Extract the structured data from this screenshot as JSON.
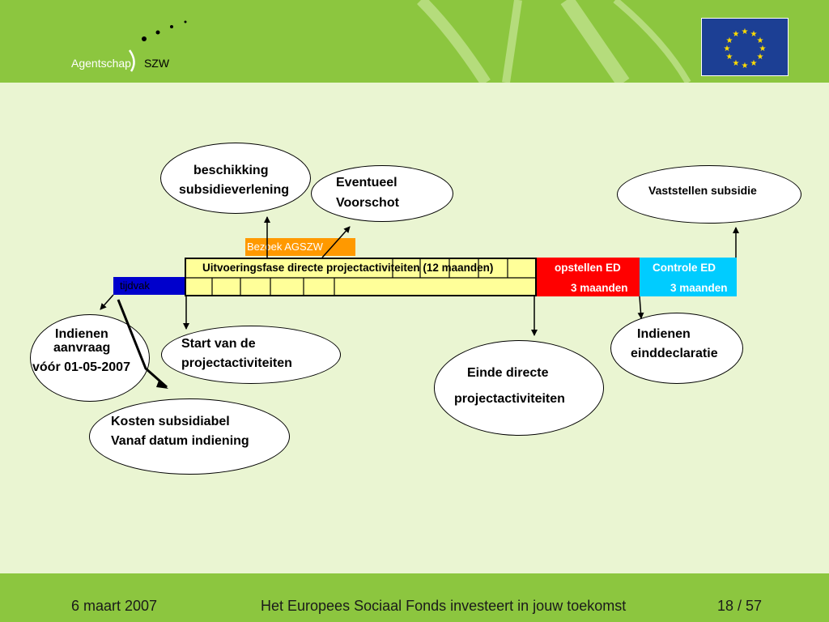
{
  "header": {
    "logo_text": "Agentschap",
    "logo_suffix": "SZW",
    "flag_icon": "eu-flag-icon"
  },
  "timeline": {
    "tijdvak": "tijdvak",
    "bezoek": "Bezoek AGSZW",
    "uitvoering": "Uitvoeringsfase directe projectactiviteiten (12 maanden)",
    "opstellen_title": "opstellen ED",
    "opstellen_duration": "3 maanden",
    "controle_title": "Controle ED",
    "controle_duration": "3 maanden"
  },
  "bubbles": {
    "beschikking": [
      "beschikking",
      "subsidieverlening"
    ],
    "voorschot": [
      "Eventueel",
      "Voorschot"
    ],
    "vaststellen": "Vaststellen subsidie",
    "indienen_aanvraag": [
      "Indienen",
      "aanvraag",
      "vóór 01-05-2007"
    ],
    "start": [
      "Start van de",
      "projectactiviteiten"
    ],
    "kosten": [
      "Kosten subsidiabel",
      "Vanaf datum indiening"
    ],
    "einde": [
      "Einde directe",
      "projectactiviteiten"
    ],
    "einddeclaratie": [
      "Indienen",
      "einddeclaratie"
    ]
  },
  "footer": {
    "date": "6 maart 2007",
    "title": "Het Europees Sociaal Fonds investeert in jouw  toekomst",
    "page": "18 / 57"
  },
  "colors": {
    "green": "#8cc63f",
    "background": "#eaf5d2",
    "blue": "#0000cc",
    "orange": "#ff9900",
    "yellow": "#ffff99",
    "red": "#ff0000",
    "cyan": "#00ccff"
  }
}
